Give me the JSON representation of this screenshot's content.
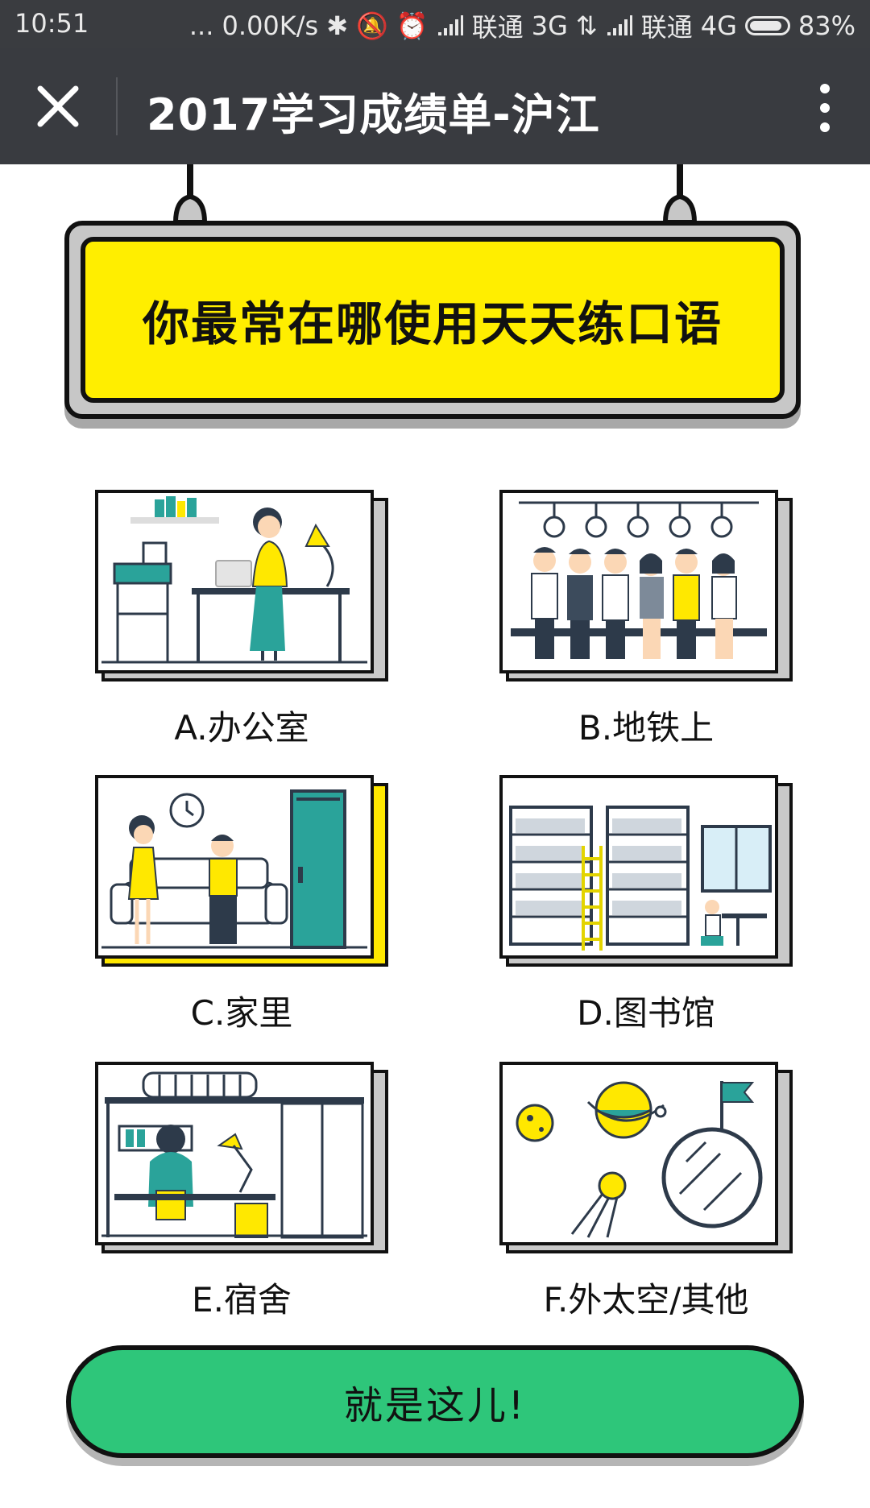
{
  "status_bar": {
    "time": "10:51",
    "network_speed": "... 0.00K/s",
    "carrier1": "联通",
    "net1": "3G",
    "carrier2": "联通",
    "net2": "4G",
    "battery": "83%"
  },
  "title_bar": {
    "title": "2017学习成绩单-沪江",
    "close_icon": "close-icon",
    "more_icon": "more-vertical-icon"
  },
  "question": {
    "text": "你最常在哪使用天天练口语"
  },
  "options": [
    {
      "label": "A.办公室",
      "icon": "office-illustration"
    },
    {
      "label": "B.地铁上",
      "icon": "subway-illustration"
    },
    {
      "label": "C.家里",
      "icon": "home-illustration",
      "selected": true
    },
    {
      "label": "D.图书馆",
      "icon": "library-illustration"
    },
    {
      "label": "E.宿舍",
      "icon": "dorm-illustration"
    },
    {
      "label": "F.外太空/其他",
      "icon": "space-illustration"
    }
  ],
  "submit": {
    "label": "就是这儿!"
  },
  "colors": {
    "accent_yellow": "#ffee00",
    "button_green": "#2ec67a",
    "bar_dark": "#393b40"
  }
}
